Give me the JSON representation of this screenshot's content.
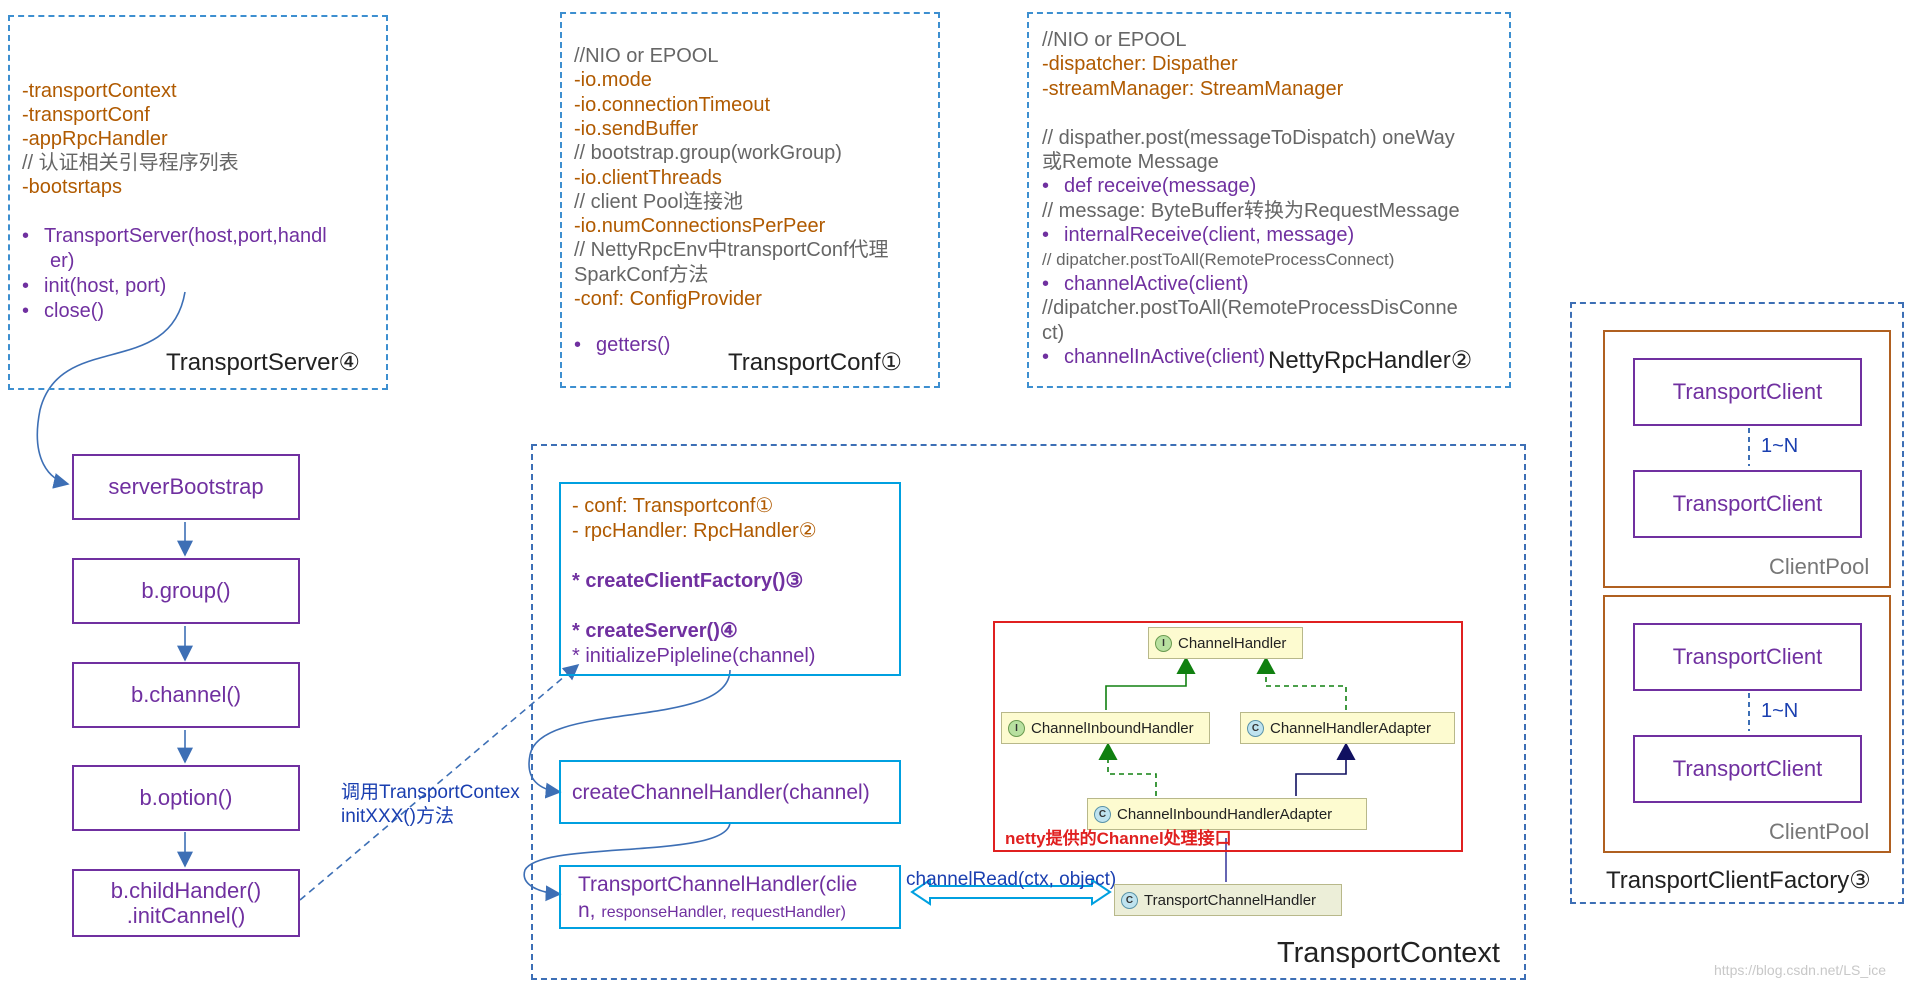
{
  "transport_server": {
    "fields": [
      "-transportContext",
      "-transportConf",
      "-appRpcHandler"
    ],
    "comment": "// 认证相关引导程序列表",
    "field_last": "-bootsrtaps",
    "methods": [
      "TransportServer(host,port,handl",
      "er)",
      "init(host, port)",
      "close()"
    ],
    "title": "TransportServer④"
  },
  "transport_conf": {
    "lines": [
      {
        "text": "//NIO or EPOOL",
        "kind": "gray"
      },
      {
        "text": "-io.mode",
        "kind": "brown"
      },
      {
        "text": "-io.connectionTimeout",
        "kind": "brown"
      },
      {
        "text": "-io.sendBuffer",
        "kind": "brown"
      },
      {
        "text": "// bootstrap.group(workGroup)",
        "kind": "gray"
      },
      {
        "text": "-io.clientThreads",
        "kind": "brown"
      },
      {
        "text": "// client Pool连接池",
        "kind": "gray"
      },
      {
        "text": "-io.numConnectionsPerPeer",
        "kind": "brown"
      },
      {
        "text": "// NettyRpcEnv中transportConf代理",
        "kind": "gray"
      },
      {
        "text": "SparkConf方法",
        "kind": "gray"
      },
      {
        "text": "-conf: ConfigProvider",
        "kind": "brown"
      }
    ],
    "method": "getters()",
    "title": "TransportConf①"
  },
  "netty_rpc_handler": {
    "lines": [
      {
        "text": "//NIO or EPOOL",
        "kind": "gray"
      },
      {
        "text": "-dispatcher: Dispather",
        "kind": "brown"
      },
      {
        "text": "-streamManager: StreamManager",
        "kind": "brown"
      },
      {
        "text": "",
        "kind": "gray"
      },
      {
        "text": "// dispather.post(messageToDispatch) oneWay",
        "kind": "gray"
      },
      {
        "text": "或Remote Message",
        "kind": "gray"
      },
      {
        "text": "def receive(message)",
        "kind": "purple-bullet"
      },
      {
        "text": "//  message: ByteBuffer转换为RequestMessage",
        "kind": "gray"
      },
      {
        "text": "internalReceive(client, message)",
        "kind": "purple-bullet"
      },
      {
        "text": "// dipatcher.postToAll(RemoteProcessConnect)",
        "kind": "gray-small"
      },
      {
        "text": "channelActive(client)",
        "kind": "purple-bullet"
      },
      {
        "text": "//dipatcher.postToAll(RemoteProcessDisConne",
        "kind": "gray"
      },
      {
        "text": "ct)",
        "kind": "gray"
      },
      {
        "text": "channelInActive(client)",
        "kind": "purple-bullet"
      }
    ],
    "title": "NettyRpcHandler②"
  },
  "bootstrap_chain": [
    "serverBootstrap",
    "b.group()",
    "b.channel()",
    "b.option()",
    "b.childHander()",
    ".initCannel()"
  ],
  "call_label": [
    "调用TransportContex",
    "initXXX()方法"
  ],
  "transport_context": {
    "inner": {
      "lines": [
        {
          "text": "- conf: Transportconf①",
          "kind": "brown"
        },
        {
          "text": "- rpcHandler: RpcHandler②",
          "kind": "brown"
        },
        {
          "text": "",
          "kind": "gray"
        },
        {
          "text": "* createClientFactory()③",
          "kind": "purple-bold"
        },
        {
          "text": "",
          "kind": "gray"
        },
        {
          "text": "* createServer()④",
          "kind": "purple-bold"
        },
        {
          "text": "* initializePipleline(channel)",
          "kind": "purple"
        }
      ]
    },
    "create_channel_handler": "createChannelHandler(channel)",
    "transport_channel_handler": [
      "TransportChannelHandler(clie",
      "n,",
      "responseHandler, requestHandler)"
    ],
    "channel_read": "channelRead(ctx, object)",
    "netty": {
      "channel_handler": "ChannelHandler",
      "inbound_handler": "ChannelInboundHandler",
      "handler_adapter": "ChannelHandlerAdapter",
      "inbound_adapter": "ChannelInboundHandlerAdapter",
      "label": "netty提供的Channel处理接口"
    },
    "uml_transport_channel_handler": "TransportChannelHandler",
    "title": "TransportContext"
  },
  "client_factory": {
    "pools": [
      {
        "clients": [
          "TransportClient",
          "TransportClient"
        ],
        "ratio": "1~N",
        "label": "ClientPool"
      },
      {
        "clients": [
          "TransportClient",
          "TransportClient"
        ],
        "ratio": "1~N",
        "label": "ClientPool"
      }
    ],
    "title": "TransportClientFactory③"
  },
  "watermark": "https://blog.csdn.net/LS_ice",
  "colors": {
    "purple": "#7030a0",
    "brown": "#b05a00",
    "dashed_blue": "#3d8fd0",
    "cyan": "#00a0e0",
    "red": "#e02020"
  }
}
